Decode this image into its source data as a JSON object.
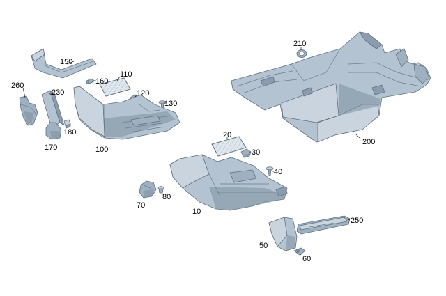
{
  "callouts": {
    "c10": "10",
    "c20": "20",
    "c30": "30",
    "c40": "40",
    "c50": "50",
    "c60": "60",
    "c70": "70",
    "c80": "80",
    "c100": "100",
    "c110": "110",
    "c120": "120",
    "c130": "130",
    "c150": "150",
    "c160": "160",
    "c170": "170",
    "c180": "180",
    "c200": "200",
    "c210": "210",
    "c230": "230",
    "c250": "250",
    "c260": "260"
  },
  "colors": {
    "part_fill": "#b4c3d1",
    "part_outline": "#5f7080",
    "label_text": "#000000",
    "background": "#ffffff"
  }
}
